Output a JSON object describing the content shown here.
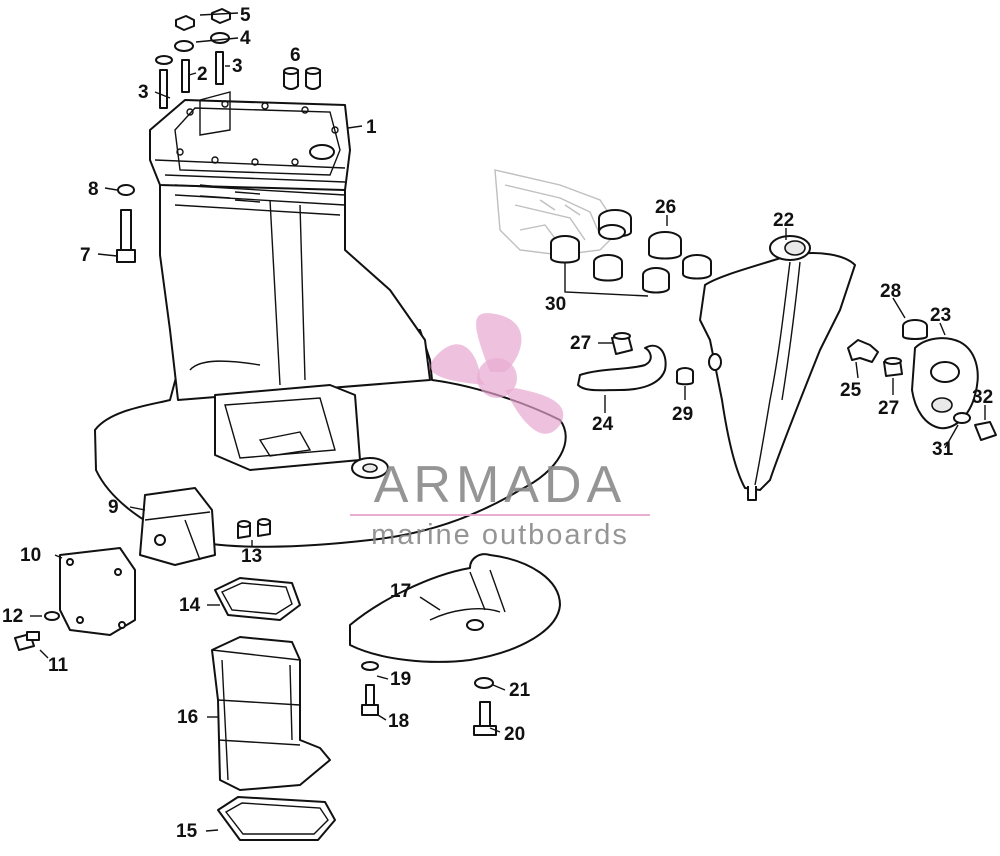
{
  "watermark": {
    "brand": "ARMADA",
    "tagline": "marine outboards",
    "logo_icon": "propeller-icon",
    "color": "#e7a6cf",
    "text_color": "#8a8a8a"
  },
  "callouts": [
    {
      "id": "c5",
      "label": "5"
    },
    {
      "id": "c4",
      "label": "4"
    },
    {
      "id": "c2",
      "label": "2"
    },
    {
      "id": "c3a",
      "label": "3"
    },
    {
      "id": "c3b",
      "label": "3"
    },
    {
      "id": "c6",
      "label": "6"
    },
    {
      "id": "c1",
      "label": "1"
    },
    {
      "id": "c8",
      "label": "8"
    },
    {
      "id": "c7",
      "label": "7"
    },
    {
      "id": "c26",
      "label": "26"
    },
    {
      "id": "c22",
      "label": "22"
    },
    {
      "id": "c30",
      "label": "30"
    },
    {
      "id": "c28",
      "label": "28"
    },
    {
      "id": "c23",
      "label": "23"
    },
    {
      "id": "c27a",
      "label": "27"
    },
    {
      "id": "c25",
      "label": "25"
    },
    {
      "id": "c27b",
      "label": "27"
    },
    {
      "id": "c32",
      "label": "32"
    },
    {
      "id": "c24",
      "label": "24"
    },
    {
      "id": "c29",
      "label": "29"
    },
    {
      "id": "c31",
      "label": "31"
    },
    {
      "id": "c9",
      "label": "9"
    },
    {
      "id": "c10",
      "label": "10"
    },
    {
      "id": "c13",
      "label": "13"
    },
    {
      "id": "c14",
      "label": "14"
    },
    {
      "id": "c17",
      "label": "17"
    },
    {
      "id": "c12",
      "label": "12"
    },
    {
      "id": "c11",
      "label": "11"
    },
    {
      "id": "c19",
      "label": "19"
    },
    {
      "id": "c21",
      "label": "21"
    },
    {
      "id": "c16",
      "label": "16"
    },
    {
      "id": "c18",
      "label": "18"
    },
    {
      "id": "c20",
      "label": "20"
    },
    {
      "id": "c15",
      "label": "15"
    }
  ]
}
